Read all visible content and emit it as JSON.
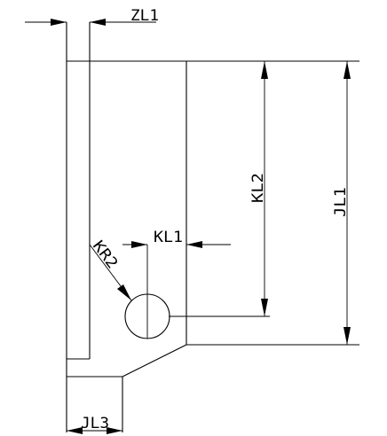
{
  "labels": {
    "zl1": "ZL1",
    "kl2": "KL2",
    "jl1": "JL1",
    "kl1": "KL1",
    "kr2": "KR2",
    "jl3": "JL3"
  }
}
